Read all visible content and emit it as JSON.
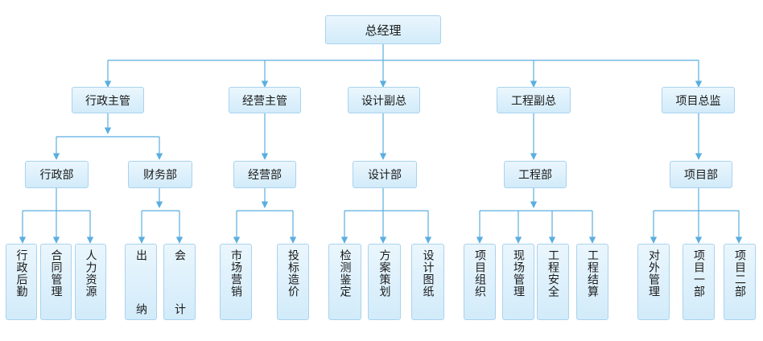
{
  "chart": {
    "root": "总经理",
    "managers": [
      "行政主管",
      "经营主管",
      "设计副总",
      "工程副总",
      "项目总监"
    ],
    "departments": [
      "行政部",
      "财务部",
      "经营部",
      "设计部",
      "工程部",
      "项目部"
    ],
    "units": {
      "admin": [
        "行政后勤",
        "合同管理",
        "人力资源"
      ],
      "finance": [
        "出纳",
        "会计"
      ],
      "business": [
        "市场营销",
        "投标造价"
      ],
      "design": [
        "检测鉴定",
        "方案策划",
        "设计图纸"
      ],
      "engineering": [
        "项目组织",
        "现场管理",
        "工程安全",
        "工程结算"
      ],
      "project": [
        "对外管理",
        "项目一部",
        "项目二部"
      ]
    }
  },
  "colors": {
    "line": "#5aaee0",
    "box_border": "#a9d3ee",
    "box_fill_top": "#eaf6fd",
    "box_fill_bottom": "#d2ebfa"
  }
}
